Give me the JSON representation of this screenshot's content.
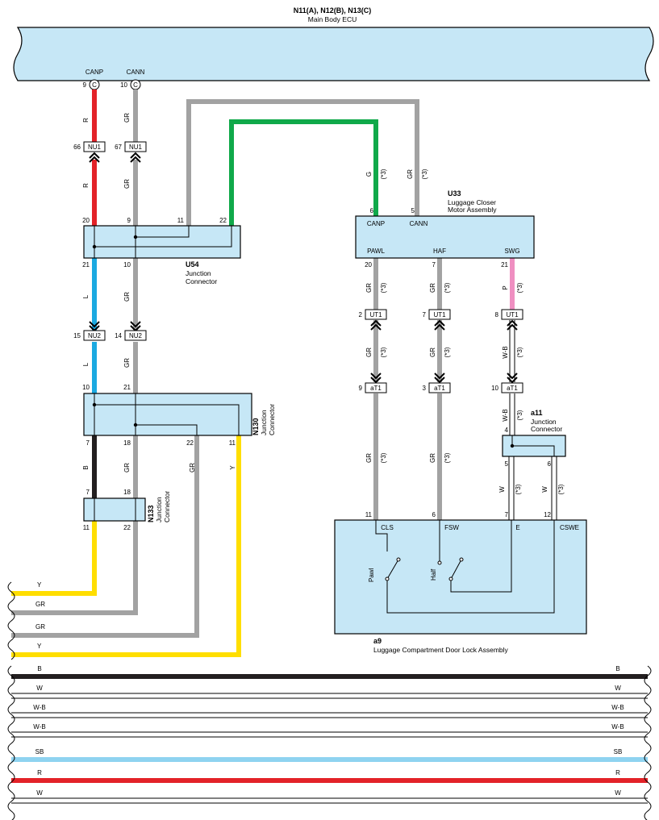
{
  "ecu": {
    "id": "N11(A), N12(B), N13(C)",
    "name": "Main Body ECU",
    "pins": [
      {
        "num": "9",
        "conn": "C",
        "sig": "CANP"
      },
      {
        "num": "10",
        "conn": "C",
        "sig": "CANN"
      }
    ]
  },
  "u33": {
    "id": "U33",
    "name1": "Luggage Closer",
    "name2": "Motor Assembly",
    "top_pins": [
      {
        "num": "6",
        "sig": "CANP"
      },
      {
        "num": "5",
        "sig": "CANN"
      }
    ],
    "bottom_pins": [
      {
        "num": "20",
        "sig": "PAWL"
      },
      {
        "num": "7",
        "sig": "HAF"
      },
      {
        "num": "21",
        "sig": "SWG"
      }
    ]
  },
  "u54": {
    "id": "U54",
    "name1": "Junction",
    "name2": "Connector",
    "top_pins": [
      "20",
      "9",
      "11",
      "22"
    ],
    "bottom_pins": [
      "21",
      "10"
    ]
  },
  "n130": {
    "id": "N130",
    "name1": "Junction",
    "name2": "Connector",
    "top_pins": [
      "10",
      "21"
    ],
    "bottom_pins": [
      "7",
      "18",
      "22",
      "11"
    ]
  },
  "n133": {
    "id": "N133",
    "name1": "Junction",
    "name2": "Connector",
    "top_pins": [
      "7",
      "18"
    ],
    "bottom_pins": [
      "11",
      "22"
    ]
  },
  "a11": {
    "id": "a11",
    "name1": "Junction",
    "name2": "Connector",
    "top_pin": "4",
    "bottom_pins": [
      "5",
      "6"
    ]
  },
  "a9": {
    "id": "a9",
    "name": "Luggage Compartment Door Lock Assembly",
    "pins": [
      {
        "num": "11",
        "sig": "CLS"
      },
      {
        "num": "6",
        "sig": "FSW"
      },
      {
        "num": "7",
        "sig": "E"
      },
      {
        "num": "12",
        "sig": "CSWE"
      }
    ],
    "switches": [
      "Pawl",
      "Half"
    ]
  },
  "inline_connectors": [
    {
      "name": "NU1",
      "pins": [
        "66",
        "67"
      ]
    },
    {
      "name": "NU2",
      "pins": [
        "15",
        "14"
      ]
    },
    {
      "name": "UT1",
      "pins": [
        "2",
        "7",
        "8"
      ]
    },
    {
      "name": "aT1",
      "pins": [
        "9",
        "3",
        "10"
      ]
    }
  ],
  "wire_labels": {
    "R": "R",
    "GR": "GR",
    "L": "L",
    "B": "B",
    "Y": "Y",
    "G": "G",
    "P": "P",
    "WB": "W-B",
    "W": "W",
    "SB": "SB",
    "note": "(*3)"
  },
  "bus_wires": [
    {
      "label": "B",
      "color": "#231f20"
    },
    {
      "label": "W",
      "color": "#ffffff"
    },
    {
      "label": "W-B",
      "color": "#ffffff"
    },
    {
      "label": "W-B",
      "color": "#ffffff"
    },
    {
      "label": "SB",
      "color": "#8fd3f0"
    },
    {
      "label": "R",
      "color": "#e32228"
    },
    {
      "label": "W",
      "color": "#ffffff"
    }
  ],
  "left_exits": [
    "Y",
    "GR",
    "GR",
    "Y"
  ],
  "colors": {
    "box": "#c6e7f6",
    "red": "#e32228",
    "gray": "#a2a2a2",
    "green": "#10a94a",
    "blue": "#1ba9e1",
    "black": "#231f20",
    "yellow": "#ffde00",
    "pink": "#ef8fc1",
    "sky": "#8fd3f0"
  }
}
